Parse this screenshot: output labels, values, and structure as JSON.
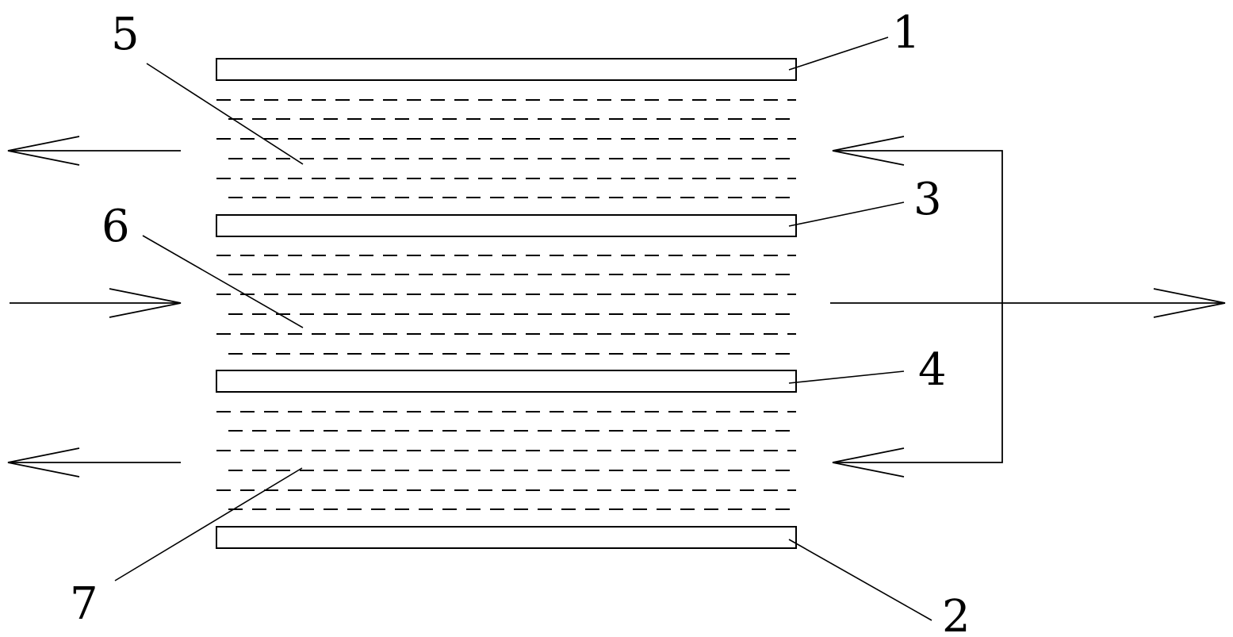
{
  "labels": {
    "plate_top": "1",
    "plate_bottom": "2",
    "plate_mid_upper": "3",
    "plate_mid_lower": "4",
    "channel_top": "5",
    "channel_middle": "6",
    "channel_bottom": "7"
  },
  "colors": {
    "line": "#000000",
    "background": "#ffffff"
  }
}
